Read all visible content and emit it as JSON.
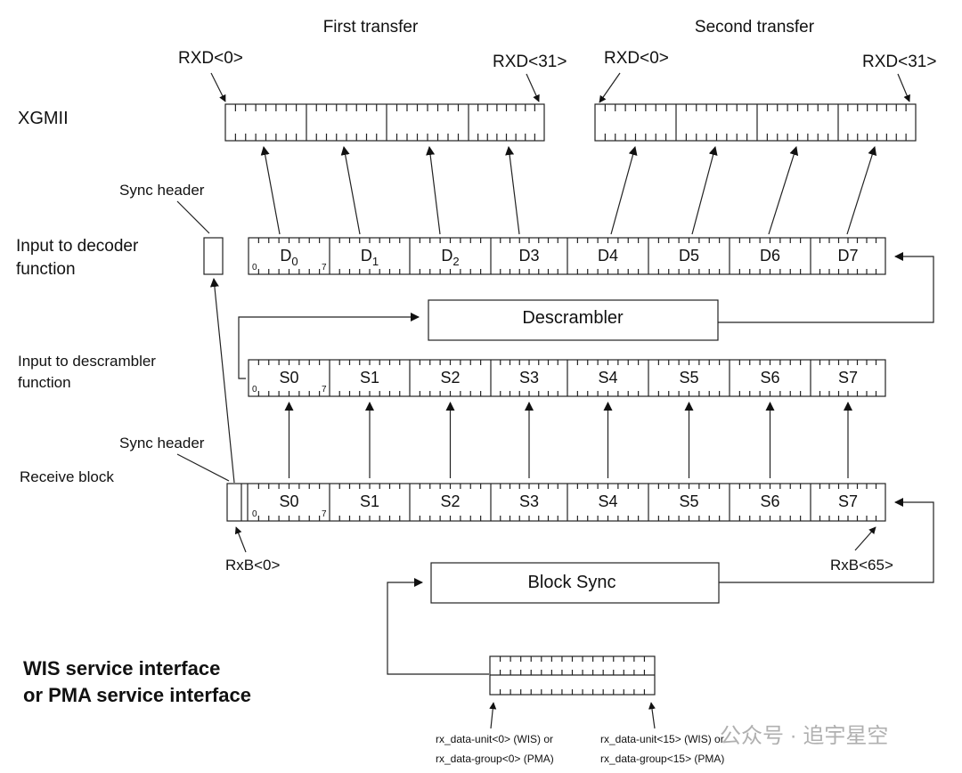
{
  "labels": {
    "first_transfer": "First transfer",
    "second_transfer": "Second transfer",
    "rxd0_a": "RXD<0>",
    "rxd31_a": "RXD<31>",
    "rxd0_b": "RXD<0>",
    "rxd31_b": "RXD<31>",
    "xgmii": "XGMII",
    "sync_header_1": "Sync header",
    "sync_header_2": "Sync header",
    "input_decoder_1": "Input to decoder",
    "input_decoder_2": "function",
    "input_descrambler_1": "Input to descrambler",
    "input_descrambler_2": "function",
    "receive_block": "Receive block",
    "descrambler": "Descrambler",
    "block_sync": "Block Sync",
    "rxb0": "RxB<0>",
    "rxb65": "RxB<65>",
    "bit0": "0",
    "bit7": "7",
    "wis_1": "WIS service interface",
    "wis_2": "or PMA service interface",
    "rx_left_1": "rx_data-unit<0> (WIS) or",
    "rx_left_2": "rx_data-group<0> (PMA)",
    "rx_right_1": "rx_data-unit<15> (WIS) or",
    "rx_right_2": "rx_data-group<15> (PMA)",
    "watermark": "公众号 · 追宇星空"
  },
  "decoder_cells": [
    {
      "base": "D",
      "sub": "0"
    },
    {
      "base": "D",
      "sub": "1"
    },
    {
      "base": "D",
      "sub": "2"
    },
    {
      "base": "D3",
      "sub": ""
    },
    {
      "base": "D4",
      "sub": ""
    },
    {
      "base": "D5",
      "sub": ""
    },
    {
      "base": "D6",
      "sub": ""
    },
    {
      "base": "D7",
      "sub": ""
    }
  ],
  "descrambler_cells": [
    "S0",
    "S1",
    "S2",
    "S3",
    "S4",
    "S5",
    "S6",
    "S7"
  ],
  "receive_cells": [
    "S0",
    "S1",
    "S2",
    "S3",
    "S4",
    "S5",
    "S6",
    "S7"
  ]
}
